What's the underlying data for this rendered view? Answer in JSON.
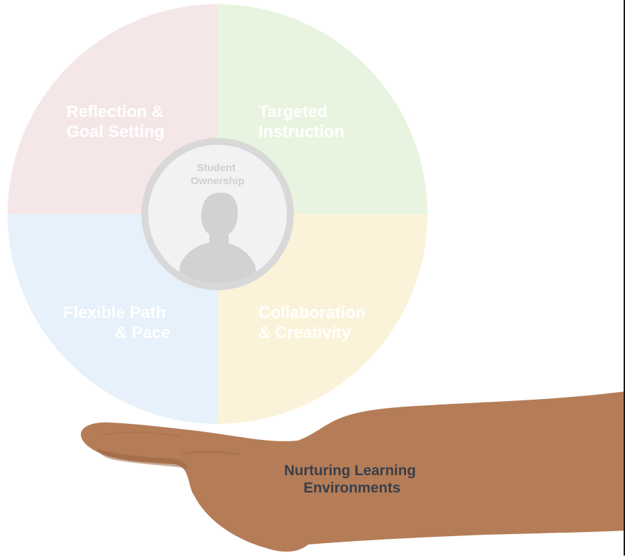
{
  "diagram": {
    "quadrants": {
      "top_left": [
        "Reflection &",
        "Goal Setting"
      ],
      "top_right": [
        "Targeted",
        "Instruction"
      ],
      "bottom_left": [
        "Flexible Path",
        "& Pace"
      ],
      "bottom_right": [
        "Collaboration",
        "& Creativity"
      ]
    },
    "center": [
      "Student",
      "Ownership"
    ],
    "hand_label": [
      "Nurturing Learning",
      "Environments"
    ]
  },
  "colors": {
    "top_left": "#f5e6e8",
    "top_right": "#e8f4df",
    "bottom_left": "#e6f1fb",
    "bottom_right": "#fbf3d9",
    "ring": "#d8d8d8",
    "center_fill": "#f2f2f2",
    "silhouette": "#d2d2d2",
    "center_text": "#cfcfcf",
    "skin": "#b47d57",
    "skin_shadow": "#9a6544",
    "hand_text": "#3a3e4a"
  }
}
